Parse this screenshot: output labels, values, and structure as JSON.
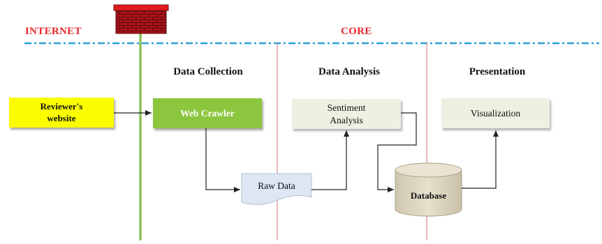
{
  "zones": {
    "left_label": "INTERNET",
    "right_label": "CORE"
  },
  "sections": {
    "collection": "Data Collection",
    "analysis": "Data Analysis",
    "presentation": "Presentation"
  },
  "nodes": {
    "reviewers_website_line1": "Reviewer's",
    "reviewers_website_line2": "website",
    "web_crawler": "Web Crawler",
    "sentiment_line1": "Sentiment",
    "sentiment_line2": "Analysis",
    "raw_data": "Raw Data",
    "database": "Database",
    "visualization": "Visualization"
  },
  "colors": {
    "zone_label": "#e8282b",
    "dotted_line": "#2a9fd6",
    "firewall": "#c0141a",
    "firewall_pole": "#8dc05a",
    "section_divider": "#d88a8a",
    "reviewers_fill": "#fcfc00",
    "crawler_fill": "#8cc63f",
    "light_box_fill": "#eef0e2",
    "raw_data_fill": "#dde6f2",
    "database_fill": "#ddd7c3",
    "arrow": "#222222"
  }
}
